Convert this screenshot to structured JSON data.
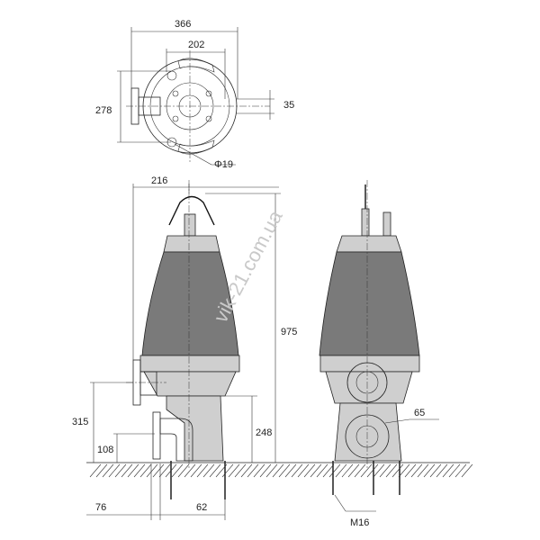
{
  "drawing": {
    "top_view": {
      "width_366": "366",
      "width_202": "202",
      "height_278": "278",
      "offset_35": "35",
      "hole_dia": "Φ19"
    },
    "side_view": {
      "width_216": "216",
      "height_975": "975",
      "height_315": "315",
      "height_248": "248",
      "height_108": "108",
      "base_76": "76",
      "base_62": "62"
    },
    "front_view": {
      "dn_65": "65",
      "bolt_m16": "M16"
    },
    "watermark": "vik-21.com.ua"
  }
}
